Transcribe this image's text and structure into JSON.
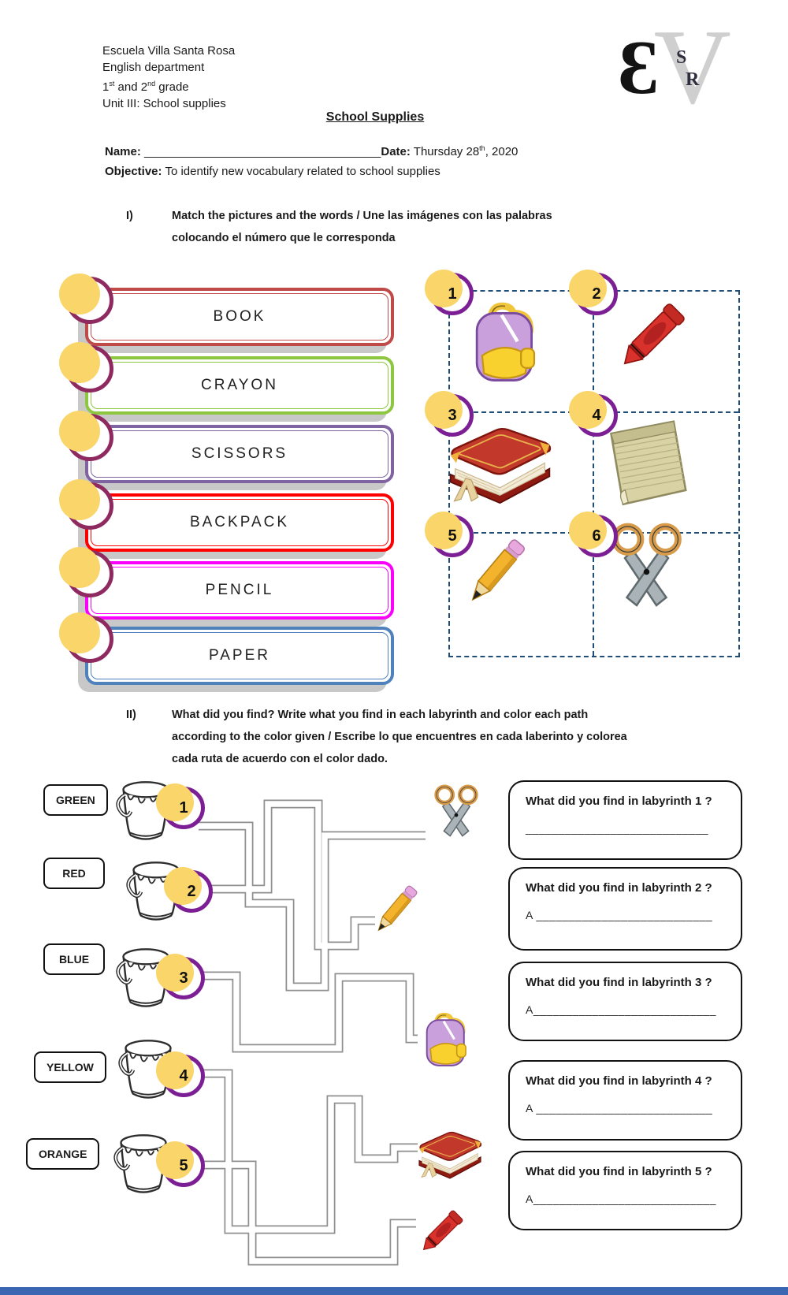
{
  "header": {
    "school": "Escuela Villa Santa Rosa",
    "department": "English department",
    "grade": {
      "n1": "1",
      "s1": "st",
      "mid": " and 2",
      "s2": "nd",
      "end": " grade"
    },
    "unit": "Unit III: School supplies"
  },
  "logo": {
    "v": "V",
    "e": "Ɛ",
    "s": "S",
    "r": "R"
  },
  "title": "School Supplies",
  "meta": {
    "name_label": "Name:",
    "name_blank": "____________________________________",
    "date_label": "Date:",
    "date_day": "Thursday 28",
    "date_sup": "th",
    "date_year": ", 2020",
    "objective_label": "Objective:",
    "objective": "To identify new vocabulary related to  school supplies"
  },
  "section1": {
    "numeral": "I)",
    "instruction_line1": "Match the pictures and the words / Une las imágenes con las palabras",
    "instruction_line2": "colocando el número  que le corresponda",
    "words": [
      {
        "label": "BOOK",
        "color": "#bf4a47"
      },
      {
        "label": "CRAYON",
        "color": "#8dc63f"
      },
      {
        "label": "SCISSORS",
        "color": "#8064a2"
      },
      {
        "label": "BACKPACK",
        "color": "#fe0000"
      },
      {
        "label": "PENCIL",
        "color": "#fb00fb"
      },
      {
        "label": "PAPER",
        "color": "#4f81bd"
      }
    ],
    "grid": {
      "numbers": [
        "1",
        "2",
        "3",
        "4",
        "5",
        "6"
      ],
      "items": [
        "backpack",
        "crayon",
        "book",
        "paper",
        "pencil",
        "scissors"
      ],
      "border_color": "#1f4e79"
    }
  },
  "section2": {
    "numeral": "II)",
    "instruction_line1": "What did you find? Write what you find in each labyrinth and color each path",
    "instruction_line2": "according to the color given / Escribe lo que encuentres en cada laberinto y colorea",
    "instruction_line3": "cada ruta de acuerdo con el color dado.",
    "color_labels": [
      {
        "label": "GREEN",
        "number": "1"
      },
      {
        "label": "RED",
        "number": "2"
      },
      {
        "label": "BLUE",
        "number": "3"
      },
      {
        "label": "YELLOW",
        "number": "4"
      },
      {
        "label": "ORANGE",
        "number": "5"
      }
    ],
    "maze_items": [
      "scissors",
      "pencil",
      "backpack",
      "book",
      "crayon"
    ],
    "questions": [
      {
        "title": "What did you find in labyrinth 1 ?",
        "answer": "____________________________"
      },
      {
        "title": "What did you find in labyrinth 2 ?",
        "answer": "A ___________________________"
      },
      {
        "title": "What did you find in labyrinth 3 ?",
        "answer": "A____________________________"
      },
      {
        "title": "What did you find in labyrinth 4 ?",
        "answer": "A ___________________________"
      },
      {
        "title": "What did you find in labyrinth 5 ?",
        "answer": "A____________________________"
      }
    ]
  },
  "colors": {
    "accent_purple": "#7d1f94",
    "accent_maroon": "#8f2a60",
    "highlight_yellow": "#f9d56a",
    "shadow_gray": "#c8c8c8",
    "dash_blue": "#1f4e79",
    "footer_blue": "#3a66b2"
  }
}
